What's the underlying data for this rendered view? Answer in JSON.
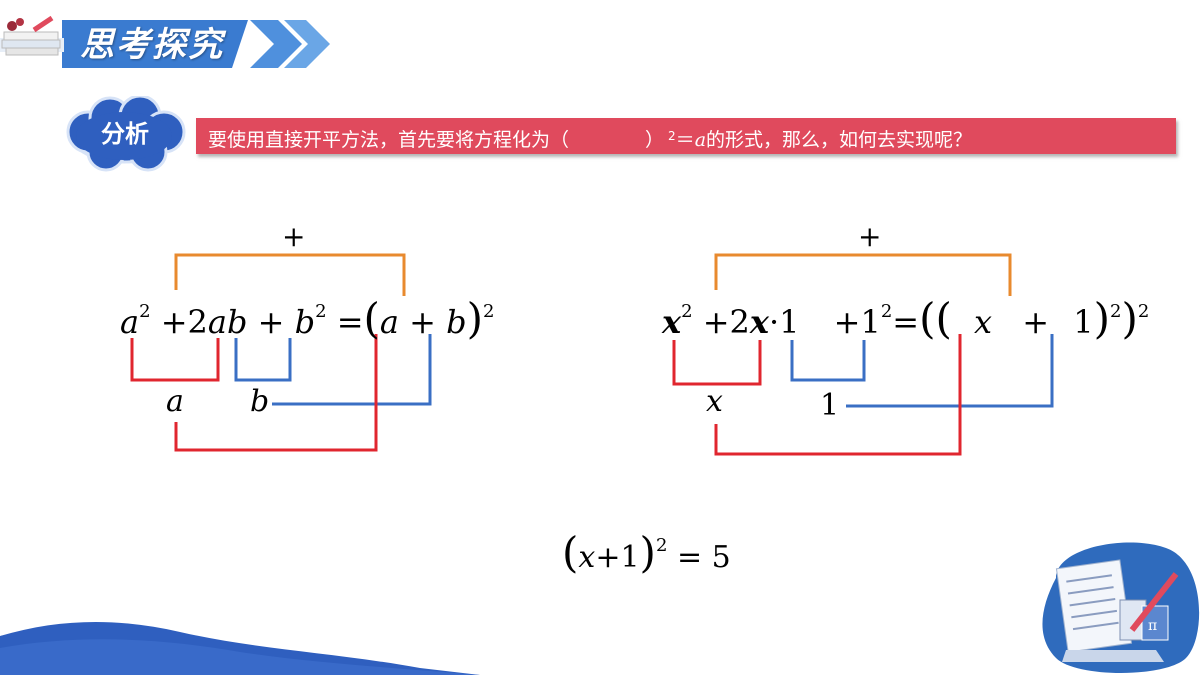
{
  "header": {
    "title": "思考探究"
  },
  "analysis": {
    "label": "分析",
    "prompt_start": "要使用直接开平方法，首先要将方程化为（",
    "prompt_close": "）",
    "prompt_sup": "2",
    "prompt_eq": "＝",
    "prompt_var": "a",
    "prompt_end": "的形式，那么，如何去实现呢？"
  },
  "formula_left": {
    "top_plus": "+",
    "a": "a",
    "sq": "2",
    "plus1": "+",
    "two": "2",
    "ab_a": "a",
    "ab_b": "b",
    "plus2": "+",
    "b": "b",
    "eq": "=",
    "lp": "(",
    "pa": "a",
    "plus3": "+",
    "pb": "b",
    "rp": ")",
    "label_a": "a",
    "label_b": "b"
  },
  "formula_right": {
    "top_plus": "+",
    "x": "x",
    "sq": "2",
    "plus1": "+",
    "two": "2",
    "x2": "x",
    "dot": "·",
    "one1": "1",
    "plus2": "+",
    "one2": "1",
    "eq": "=",
    "lp": "(",
    "px": "x",
    "plus3": "+",
    "p1": "1",
    "rp": ")",
    "label_x": "x",
    "label_1": "1"
  },
  "formula_bottom": {
    "lp": "(",
    "x": "x",
    "plus": "+",
    "one": "1",
    "rp": ")",
    "sq": "2",
    "eq": "=",
    "five": "5"
  },
  "colors": {
    "red": "#e0262f",
    "blue": "#3a6fc4",
    "orange": "#e88a2e",
    "banner": "#2f6bbd",
    "bar": "#e04a5d"
  }
}
